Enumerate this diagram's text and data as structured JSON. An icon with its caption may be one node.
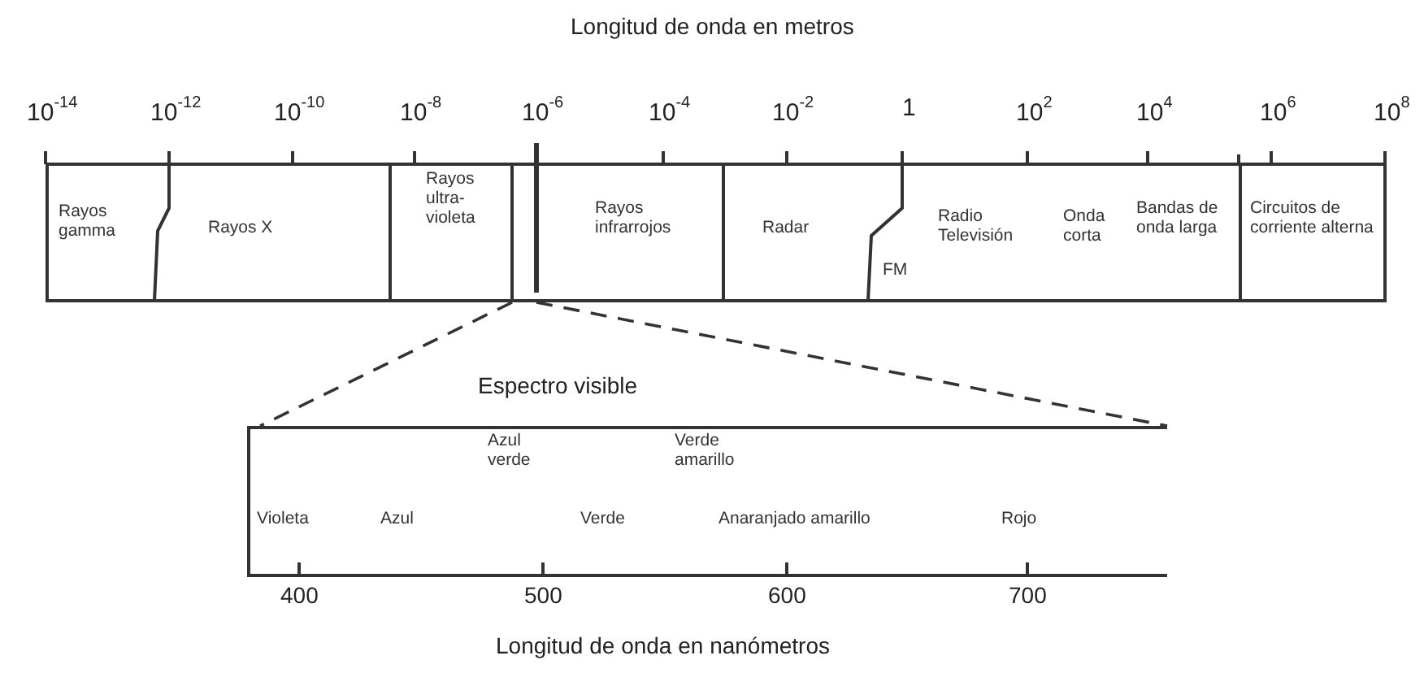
{
  "diagram": {
    "title": "Longitud de onda en metros",
    "nodes": [
      {
        "text": [],
        "shape": "bar"
      },
      {
        "text": [],
        "shape": "box"
      }
    ],
    "edges": [
      {
        "from": 0,
        "to": 1,
        "arrow": "none",
        "style": "dashed"
      },
      {
        "from": 0,
        "to": 1,
        "arrow": "none",
        "style": "dashed"
      }
    ],
    "labels": [
      "10$^{-14}$",
      "10$^{-12}$",
      "10$^{-10}$",
      "10$^{-8}$",
      "10$^{-6}$",
      "10$^{-4}$",
      "10$^{-2}$",
      "1",
      "10$^{2}$",
      "10$^{4}$",
      "10$^{6}$",
      "10$^{8}$",
      "Rayos gamma",
      "Rayos X",
      "Rayos ultra- violeta",
      "Rayos infrarrojos",
      "Radar",
      "Radio Televisión",
      "Onda corta",
      "Bandas de onda larga",
      "Circuitos de corriente alterna",
      "FM",
      "Espectro visible",
      "Azul verde",
      "Verde amarillo",
      "Violeta",
      "Azul",
      "Verde",
      "Anaranjado amarillo",
      "Rojo",
      "400",
      "500",
      "600",
      "700",
      "Longitud de onda en nanómetros"
    ]
  }
}
